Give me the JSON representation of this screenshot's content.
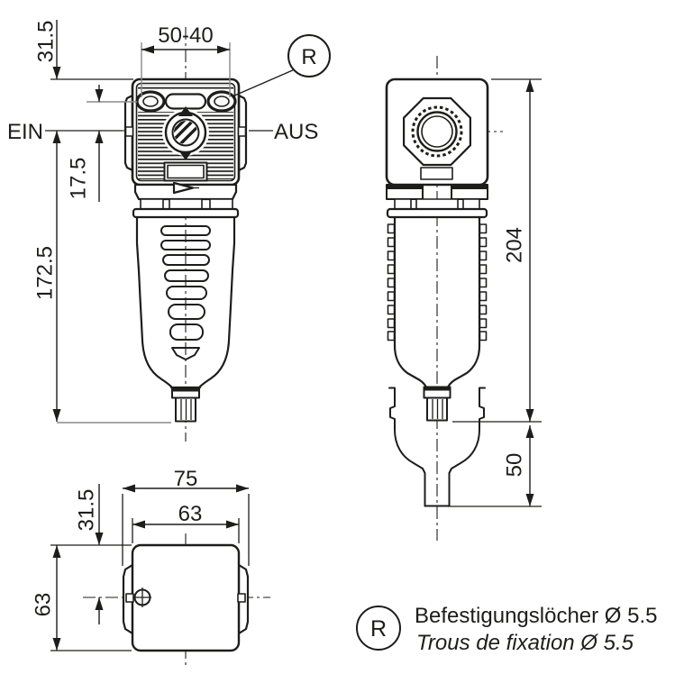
{
  "drawing": {
    "front": {
      "inlet_label": "EIN",
      "outlet_label": "AUS",
      "hole_spacing": "50-40",
      "top_to_port": "31.5",
      "hole_to_port": "17.5",
      "port_to_bottom": "172.5",
      "balloon": "R"
    },
    "side": {
      "overall_height": "204",
      "removal_clearance": "50"
    },
    "top": {
      "overall_width": "75",
      "body_width": "63",
      "edge_to_center": "31.5",
      "body_depth": "63"
    },
    "legend": {
      "balloon": "R",
      "text_de": "Befestigungslöcher Ø 5.5",
      "text_fr": "Trous de fixation Ø 5.5"
    },
    "colors": {
      "line": "#1d1d1b",
      "extension_line": "#8a8a8a",
      "background": "#ffffff"
    }
  }
}
